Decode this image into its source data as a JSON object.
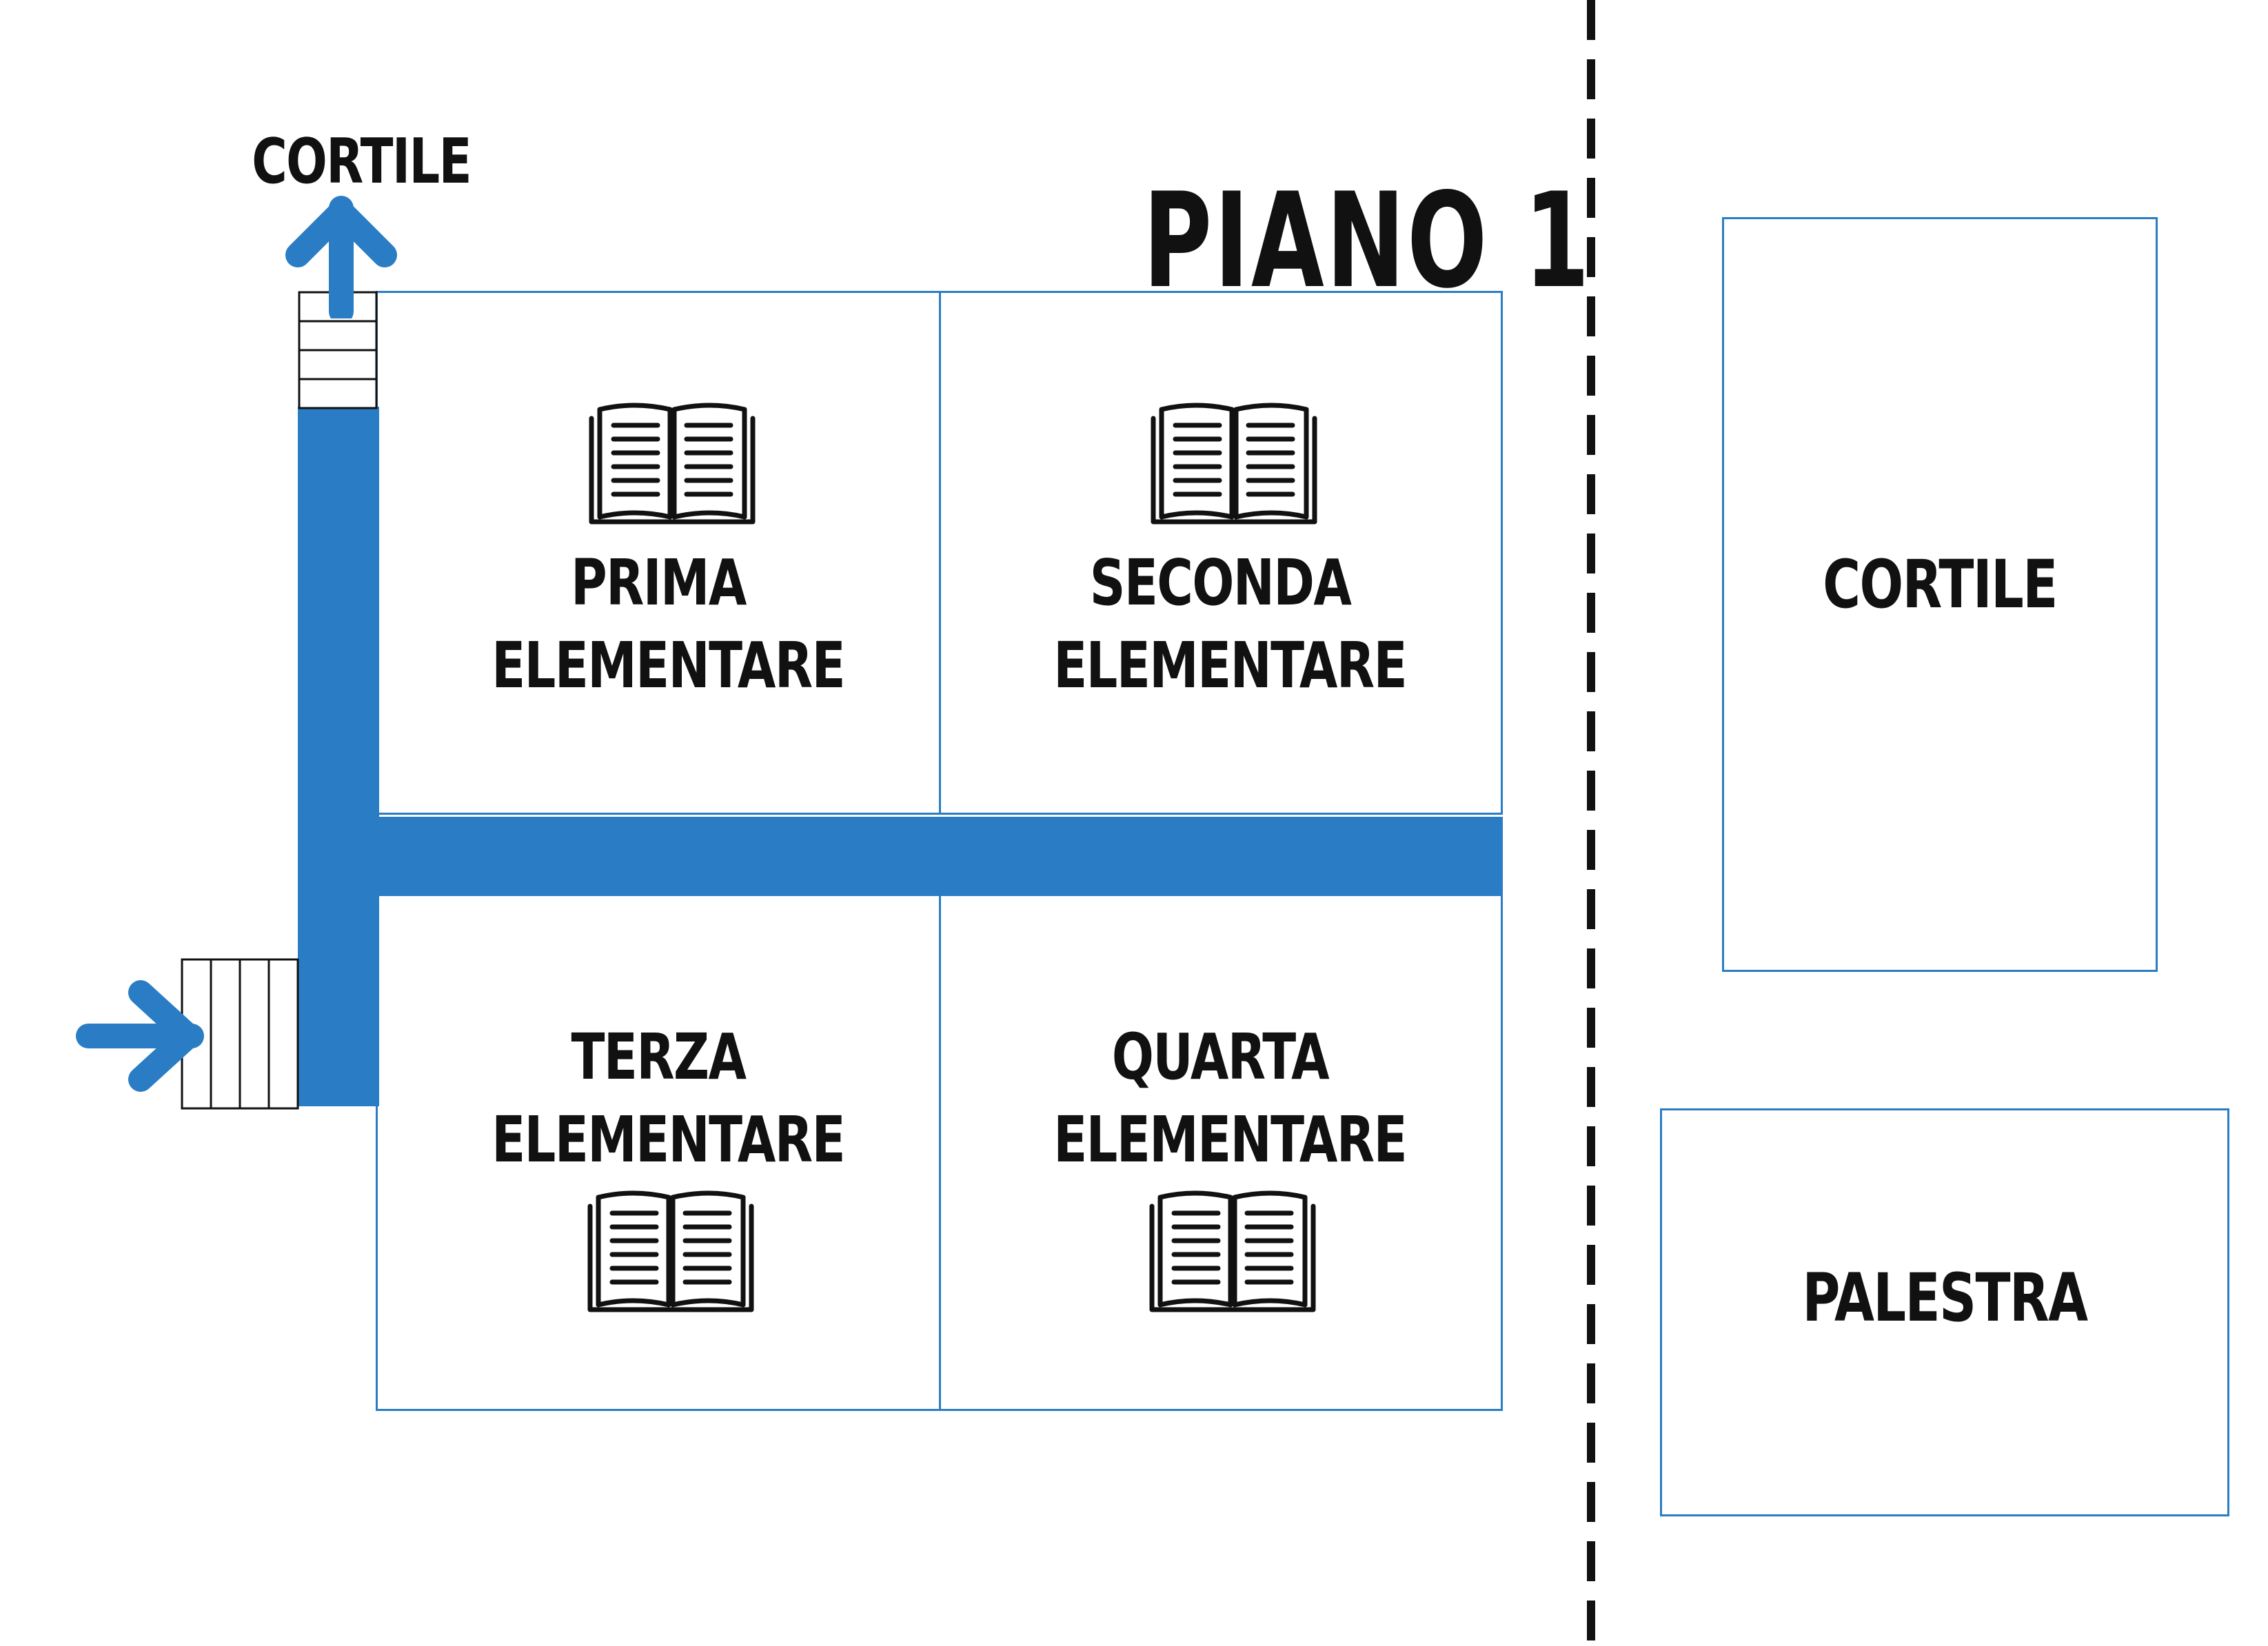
{
  "floor_title": "PIANO 1",
  "exit_top_label": "CORTILE",
  "rooms": {
    "prima": {
      "line1": "PRIMA",
      "line2": "ELEMENTARE"
    },
    "seconda": {
      "line1": "SECONDA",
      "line2": "ELEMENTARE"
    },
    "terza": {
      "line1": "TERZA",
      "line2": "ELEMENTARE"
    },
    "quarta": {
      "line1": "QUARTA",
      "line2": "ELEMENTARE"
    }
  },
  "outside": {
    "cortile": "CORTILE",
    "palestra": "PALESTRA"
  },
  "colors": {
    "corridor": "#2a7dc4",
    "room_border": "#2a7dc4",
    "text": "#111111",
    "divider": "#111111"
  },
  "icons": {
    "room_icon": "open-book-icon",
    "arrow_icon": "arrow-icon",
    "stairs_icon": "stairs-icon"
  }
}
